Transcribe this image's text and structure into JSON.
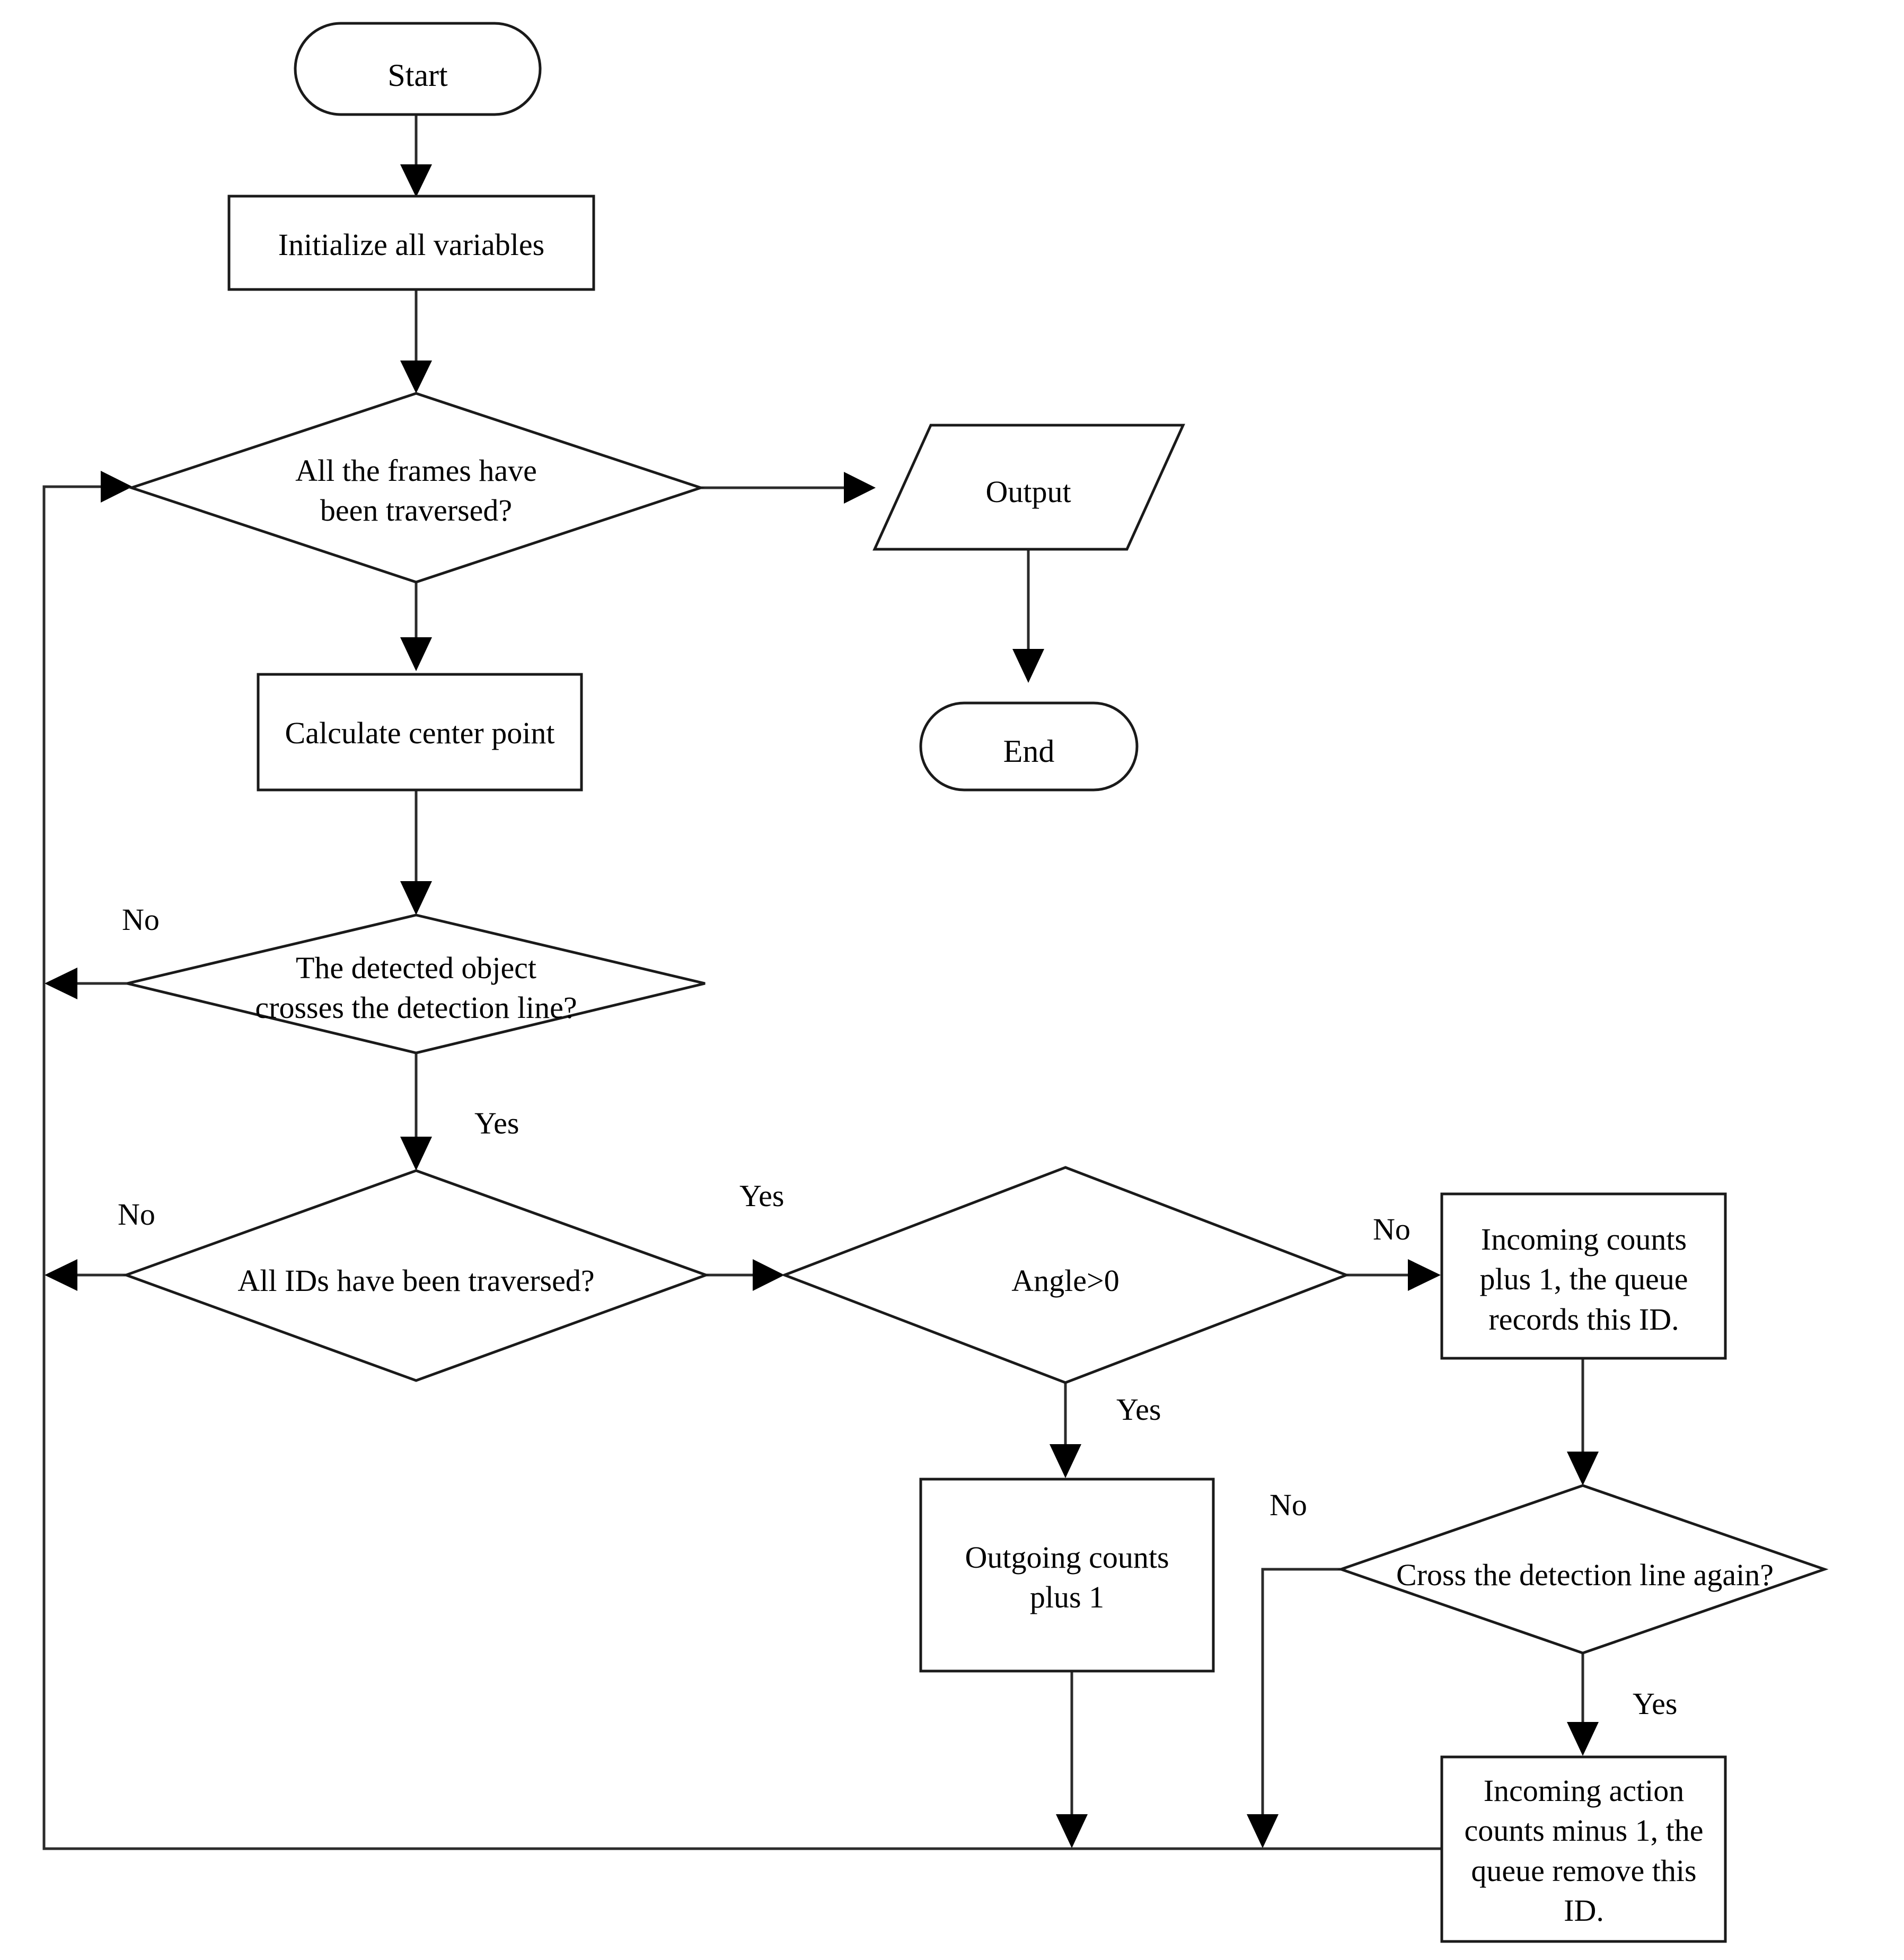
{
  "diagram": {
    "type": "flowchart",
    "title": "Object counting detection flowchart",
    "nodes": [
      {
        "id": "start",
        "kind": "terminator",
        "label": "Start"
      },
      {
        "id": "init",
        "kind": "process",
        "label": "Initialize all variables"
      },
      {
        "id": "d_frames",
        "kind": "decision",
        "label": "All the frames have\nbeen traversed?"
      },
      {
        "id": "output",
        "kind": "input-output",
        "label": "Output"
      },
      {
        "id": "end",
        "kind": "terminator",
        "label": "End"
      },
      {
        "id": "center",
        "kind": "process",
        "label": "Calculate center point"
      },
      {
        "id": "d_cross",
        "kind": "decision",
        "label": "The detected object\ncrosses the detection line?"
      },
      {
        "id": "d_ids",
        "kind": "decision",
        "label": "All IDs have been traversed?"
      },
      {
        "id": "d_angle",
        "kind": "decision",
        "label": "Angle>0"
      },
      {
        "id": "incoming",
        "kind": "process",
        "label": "Incoming counts\nplus 1, the queue\nrecords this ID."
      },
      {
        "id": "outgoing",
        "kind": "process",
        "label": "Outgoing counts\nplus 1"
      },
      {
        "id": "d_again",
        "kind": "decision",
        "label": "Cross the detection line again?"
      },
      {
        "id": "minus",
        "kind": "process",
        "label": "Incoming action\ncounts minus 1, the\nqueue remove this\nID."
      }
    ],
    "edge_labels": {
      "cross_no": "No",
      "cross_yes": "Yes",
      "ids_no": "No",
      "ids_yes": "Yes",
      "angle_yes": "Yes",
      "angle_no": "No",
      "again_no": "No",
      "again_yes": "Yes"
    },
    "colors": {
      "shape_stroke": "#1a1a1a",
      "connector": "#2b2b2b",
      "background": "#ffffff",
      "text": "#000000"
    }
  }
}
